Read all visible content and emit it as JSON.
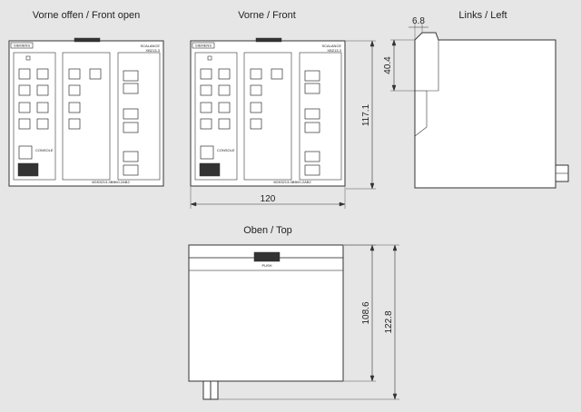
{
  "views": {
    "front_open": {
      "title": "Vorne offen / Front open"
    },
    "front": {
      "title": "Vorne / Front"
    },
    "left": {
      "title": "Links / Left"
    },
    "top": {
      "title": "Oben / Top"
    }
  },
  "device": {
    "brand": "SIEMENS",
    "product_line": "SCALANCE",
    "model": "XB213-3",
    "console_label": "CONSOLE",
    "order_number": "6GK5213-3BB00-2AB2",
    "push_label": "PUSH"
  },
  "dimensions": {
    "front_width": "120",
    "front_height": "117.1",
    "left_offset": "6.8",
    "left_height": "40.4",
    "top_depth_inner": "108.6",
    "top_depth_total": "122.8"
  }
}
